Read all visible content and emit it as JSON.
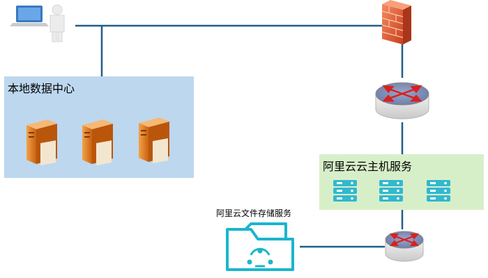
{
  "local_dc": {
    "label": "本地数据中心"
  },
  "ecs": {
    "label": "阿里云云主机服务"
  },
  "oss": {
    "label": "阿里云文件存储服务"
  },
  "colors": {
    "line": "#1f5f86",
    "local_dc_fill": "#bdd7ee",
    "ecs_fill": "#d7efc9",
    "oss_icon": "#1ab6cc",
    "server_orange": "#e07a1f",
    "ecs_server": "#33b8d0",
    "firewall": "#e8603a",
    "router_arrow": "#d9201f"
  },
  "icons": [
    "laptop-icon",
    "user-icon",
    "firewall-icon",
    "router-icon",
    "server-icon",
    "folder-share-icon"
  ]
}
